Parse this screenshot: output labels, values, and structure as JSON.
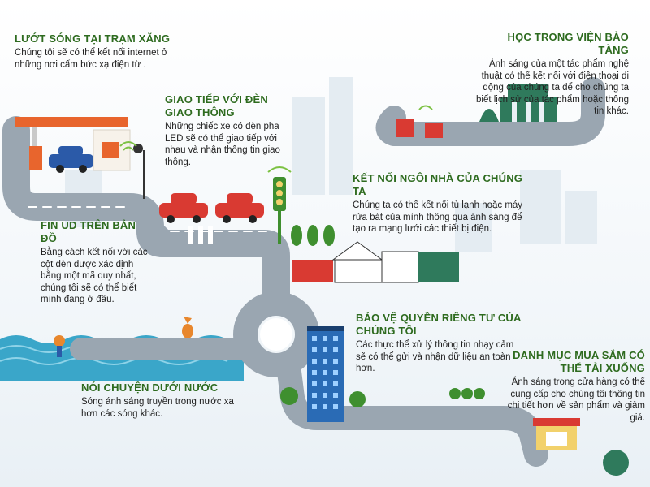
{
  "sections": {
    "gas_station": {
      "title": "LƯỚT SÓNG TẠI TRẠM XĂNG",
      "text": "Chúng tôi sẽ có thể kết nối internet ở những nơi cấm bức xạ điện từ ."
    },
    "traffic": {
      "title": "GIAO TIẾP VỚI ĐÈN GIAO THÔNG",
      "text": "Những chiếc xe có đèn pha LED sẽ có thể giao tiếp với nhau và nhận thông tin giao thông."
    },
    "museum": {
      "title": "HỌC TRONG VIỆN BẢO TÀNG",
      "text": "Ánh sáng của một tác phẩm nghệ thuật có thể kết nối với điện thoại di động của chúng ta để cho chúng ta biết lịch sử của tác phẩm hoặc thông tin khác."
    },
    "home": {
      "title": "KẾT NỐI NGÔI NHÀ CỦA CHÚNG TA",
      "text": "Chúng ta có thể kết nối tủ lạnh hoặc máy rửa bát của mình thông qua ánh sáng để tạo ra mạng lưới các thiết bị điện."
    },
    "map": {
      "title": "FIN UD TRÊN BẢN ĐỒ",
      "text": "Bằng cách kết nối với các cột đèn được xác định bằng một mã duy nhất, chúng tôi sẽ có thể biết mình đang ở đâu."
    },
    "privacy": {
      "title": "BẢO VỆ QUYỀN RIÊNG TƯ CỦA CHÚNG TÔI",
      "text": "Các thực thể xử lý thông tin nhạy cảm sẽ có thể gửi và nhận dữ liệu an toàn hơn."
    },
    "underwater": {
      "title": "NÓI CHUYỆN DƯỚI NƯỚC",
      "text": "Sóng ánh sáng truyền trong nước xa hơn các sóng khác."
    },
    "shopping": {
      "title": "DANH MỤC MUA SẮM CÓ THỂ TẢI XUỐNG",
      "text": "Ánh sáng trong cửa hàng có thể cung cấp cho chúng tôi thông tin chi tiết hơn về sản phẩm và giảm giá."
    }
  },
  "colors": {
    "title_green": "#2e6b1f",
    "road": "#9aa6b1",
    "road_mark": "#ffffff",
    "water": "#3aa6c9",
    "car_red": "#d93a32",
    "car_blue": "#2b5aa8",
    "gas_orange": "#e8652d",
    "tree_green": "#3f8f2f",
    "building_blue": "#2a6bb5",
    "museum_green": "#2f7a5c",
    "wifi_green": "#7cc142",
    "shop_yellow": "#f2d16b"
  }
}
